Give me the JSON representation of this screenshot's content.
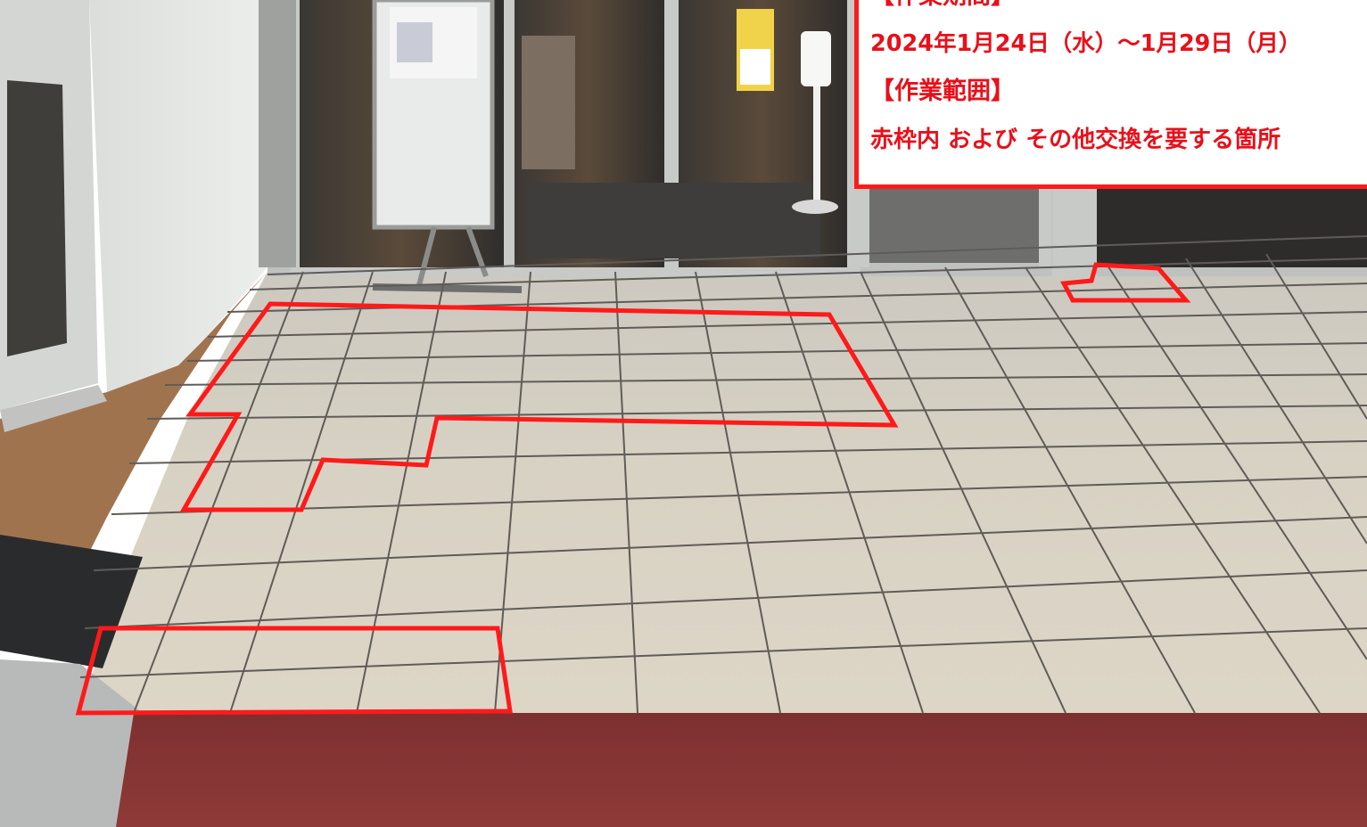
{
  "notice": {
    "period_heading": "【作業期間】",
    "period": "2024年1月24日（水）〜1月29日（月）",
    "area_heading": "【作業範囲】",
    "area": "赤枠内 および その他交換を要する箇所",
    "text_color": "#e8101a",
    "border_color": "#ff1a1a"
  },
  "highlight": {
    "color": "#ff1a1a",
    "region_count": 3
  },
  "colors": {
    "tile": "#d9d3c6",
    "grout": "#5f5c58",
    "wall": "#e1e3e0",
    "glass": "#3c3a36",
    "red_pavement": "#8a3636"
  }
}
